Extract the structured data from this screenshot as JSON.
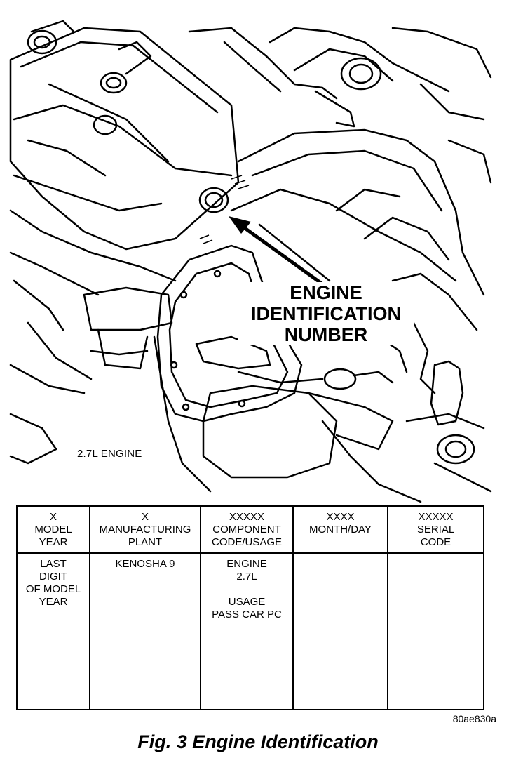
{
  "figure": {
    "callout_lines": [
      "ENGINE",
      "IDENTIFICATION",
      "NUMBER"
    ],
    "engine_label": "2.7L ENGINE",
    "reference_code": "80ae830a",
    "caption": "Fig. 3 Engine Identification"
  },
  "table": {
    "columns": [
      {
        "code": "X",
        "header": [
          "MODEL",
          "YEAR"
        ],
        "body": [
          "LAST",
          "DIGIT",
          "OF MODEL",
          "YEAR"
        ]
      },
      {
        "code": "X",
        "header": [
          "MANUFACTURING",
          "PLANT"
        ],
        "body": [
          "KENOSHA 9"
        ]
      },
      {
        "code": "XXXXX",
        "header": [
          "COMPONENT",
          "CODE/USAGE"
        ],
        "body": [
          "ENGINE",
          "2.7L",
          "",
          "USAGE",
          "PASS CAR PC"
        ]
      },
      {
        "code": "XXXX",
        "header": [
          "MONTH/DAY"
        ],
        "body": []
      },
      {
        "code": "XXXXX",
        "header": [
          "SERIAL",
          "CODE"
        ],
        "body": []
      }
    ]
  }
}
